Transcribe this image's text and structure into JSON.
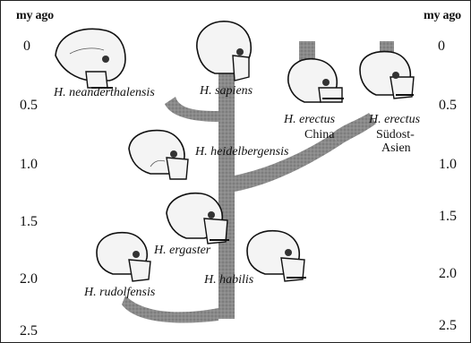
{
  "axis": {
    "title_left": "my ago",
    "title_right": "my ago",
    "ticks_left": [
      "0",
      "0.5",
      "1.0",
      "1.5",
      "2.0",
      "2.5"
    ],
    "ticks_right": [
      "0",
      "0.5",
      "1.0",
      "1.5",
      "2.0",
      "2.5"
    ]
  },
  "taxa": {
    "neanderthalensis": "H. neanderthalensis",
    "sapiens": "H. sapiens",
    "erectus_china": "H. erectus",
    "erectus_china_region": "China",
    "erectus_sea": "H. erectus",
    "erectus_sea_region_1": "Südost-",
    "erectus_sea_region_2": "Asien",
    "heidelbergensis": "H. heidelbergensis",
    "ergaster": "H. ergaster",
    "rudolfensis": "H. rudolfensis",
    "habilis": "H. habilis"
  },
  "colors": {
    "branch": "#8a8a8a",
    "branch_dark": "#5a5a5a",
    "skull_fill": "#f4f4f4",
    "ink": "#111111"
  }
}
